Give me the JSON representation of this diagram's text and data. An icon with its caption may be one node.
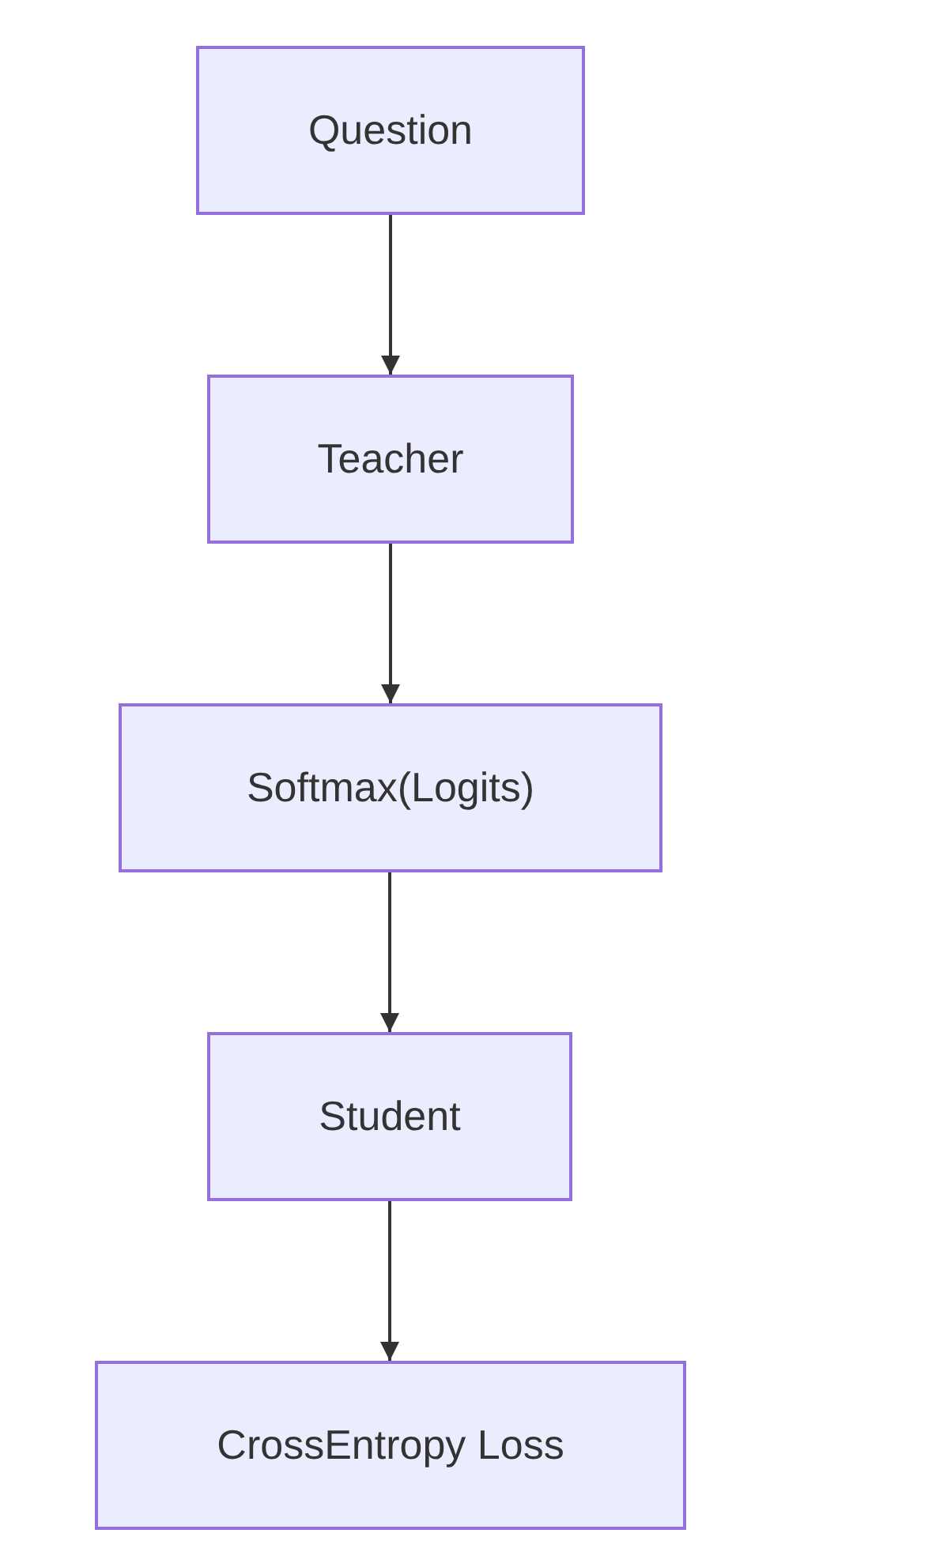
{
  "diagram": {
    "nodes": [
      {
        "text": [
          "Question"
        ]
      },
      {
        "text": [
          "Teacher"
        ]
      },
      {
        "text": [
          "Softmax(Logits)"
        ]
      },
      {
        "text": [
          "Student"
        ]
      },
      {
        "text": [
          "CrossEntropy Loss"
        ]
      }
    ],
    "edges": [
      {
        "from": 0,
        "to": 1,
        "arrow": "to"
      },
      {
        "from": 1,
        "to": 2,
        "arrow": "to"
      },
      {
        "from": 2,
        "to": 3,
        "arrow": "to"
      },
      {
        "from": 3,
        "to": 4,
        "arrow": "to"
      }
    ]
  }
}
